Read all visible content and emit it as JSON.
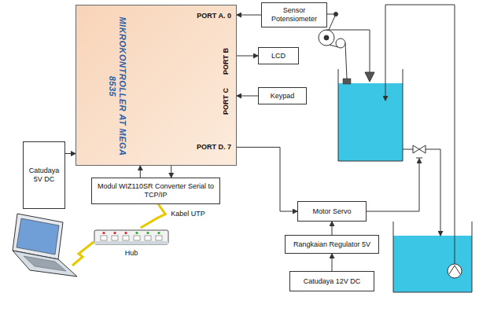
{
  "diagram": {
    "nodes": [
      {
        "text": [
          "Catudaya 5V DC"
        ]
      },
      {
        "text": [
          "MIKROKONTROLLER AT MEGA 8535",
          "PORT A. 0",
          "PORT B",
          "PORT C",
          "PORT D. 7"
        ]
      },
      {
        "text": [
          "Sensor Potensiometer"
        ]
      },
      {
        "text": [
          "LCD"
        ]
      },
      {
        "text": [
          "Keypad"
        ]
      },
      {
        "text": [
          "Modul WIZ110SR Converter Serial to TCP/IP"
        ]
      },
      {
        "text": [
          "Hub"
        ]
      },
      {
        "text": [
          "Motor Servo"
        ]
      },
      {
        "text": [
          "Rangkaian Regulator 5V"
        ]
      },
      {
        "text": [
          "Catudaya 12V DC"
        ]
      }
    ],
    "edges": [
      {
        "from": 0,
        "to": 1,
        "arrow": "to"
      },
      {
        "from": 2,
        "to": 1,
        "arrow": "to"
      },
      {
        "from": 1,
        "to": 3,
        "arrow": "to"
      },
      {
        "from": 4,
        "to": 1,
        "arrow": "to"
      },
      {
        "from": 1,
        "to": 5,
        "arrow": "to"
      },
      {
        "from": 5,
        "to": 1,
        "arrow": "to"
      },
      {
        "from": 5,
        "to": 6,
        "label": "Kabel UTP",
        "arrow": "none"
      },
      {
        "from": 1,
        "to": 7,
        "arrow": "to"
      },
      {
        "from": 9,
        "to": 8,
        "arrow": "to"
      },
      {
        "from": 8,
        "to": 7,
        "arrow": "to"
      }
    ]
  }
}
